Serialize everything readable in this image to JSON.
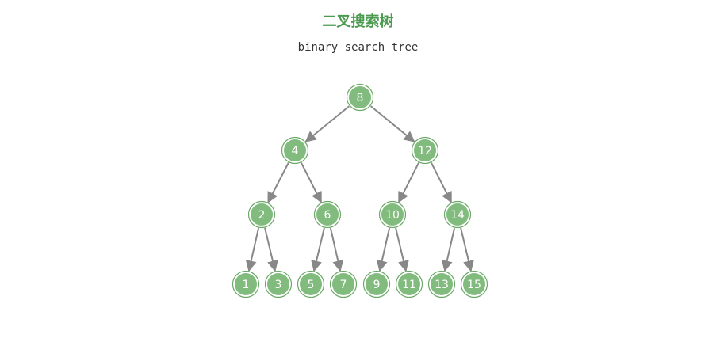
{
  "title": "二叉搜索树",
  "subtitle": "binary search tree",
  "colors": {
    "title": "#4a9a4f",
    "node_fill": "#82bb7e",
    "node_ring": "#6aa866",
    "node_text": "#ffffff",
    "edge": "#888888"
  },
  "tree": {
    "nodes": [
      {
        "id": "n8",
        "label": "8",
        "level": 0,
        "index": 0
      },
      {
        "id": "n4",
        "label": "4",
        "level": 1,
        "index": 0
      },
      {
        "id": "n12",
        "label": "12",
        "level": 1,
        "index": 1
      },
      {
        "id": "n2",
        "label": "2",
        "level": 2,
        "index": 0
      },
      {
        "id": "n6",
        "label": "6",
        "level": 2,
        "index": 1
      },
      {
        "id": "n10",
        "label": "10",
        "level": 2,
        "index": 2
      },
      {
        "id": "n14",
        "label": "14",
        "level": 2,
        "index": 3
      },
      {
        "id": "n1",
        "label": "1",
        "level": 3,
        "index": 0
      },
      {
        "id": "n3",
        "label": "3",
        "level": 3,
        "index": 1
      },
      {
        "id": "n5",
        "label": "5",
        "level": 3,
        "index": 2
      },
      {
        "id": "n7",
        "label": "7",
        "level": 3,
        "index": 3
      },
      {
        "id": "n9",
        "label": "9",
        "level": 3,
        "index": 4
      },
      {
        "id": "n11",
        "label": "11",
        "level": 3,
        "index": 5
      },
      {
        "id": "n13",
        "label": "13",
        "level": 3,
        "index": 6
      },
      {
        "id": "n15",
        "label": "15",
        "level": 3,
        "index": 7
      }
    ],
    "edges": [
      {
        "from": "n8",
        "to": "n4"
      },
      {
        "from": "n8",
        "to": "n12"
      },
      {
        "from": "n4",
        "to": "n2"
      },
      {
        "from": "n4",
        "to": "n6"
      },
      {
        "from": "n12",
        "to": "n10"
      },
      {
        "from": "n12",
        "to": "n14"
      },
      {
        "from": "n2",
        "to": "n1"
      },
      {
        "from": "n2",
        "to": "n3"
      },
      {
        "from": "n6",
        "to": "n5"
      },
      {
        "from": "n6",
        "to": "n7"
      },
      {
        "from": "n10",
        "to": "n9"
      },
      {
        "from": "n10",
        "to": "n11"
      },
      {
        "from": "n14",
        "to": "n13"
      },
      {
        "from": "n14",
        "to": "n15"
      }
    ]
  }
}
